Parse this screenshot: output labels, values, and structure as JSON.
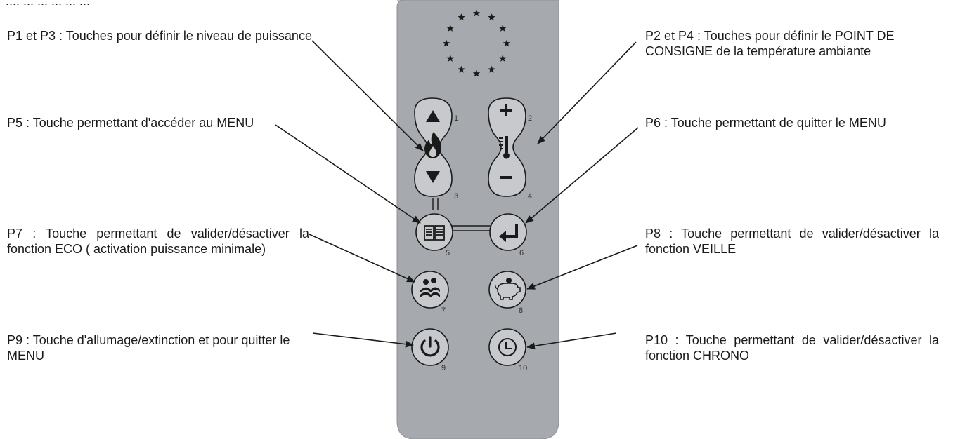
{
  "top_caption": "...: ... ... ... ... ...",
  "notes": {
    "p1_p3": "P1 et P3 : Touches pour définir le niveau de puissance",
    "p2_p4": "P2 et P4 : Touches pour définir le POINT DE CONSIGNE de  la température ambiante",
    "p5": "P5 : Touche permettant d'accéder au MENU",
    "p6": "P6 : Touche permettant de quitter le MENU",
    "p7": "P7 : Touche permettant de valider/désactiver la fonction ECO ( activation puissance minimale)",
    "p8": "P8 : Touche permettant de valider/désactiver la fonction VEILLE",
    "p9": "P9 : Touche d'allumage/extinction et pour quitter le MENU",
    "p10": "P10 : Touche permettant de valider/désactiver la fonction CHRONO"
  },
  "key_numbers": [
    "1",
    "2",
    "3",
    "4",
    "5",
    "6",
    "7",
    "8",
    "9",
    "10"
  ],
  "icons": {
    "p1": "triangle-up-icon",
    "p2": "plus-icon",
    "p3": "triangle-down-icon",
    "p4": "minus-icon",
    "p5": "book-icon",
    "p6": "enter-arrow-icon",
    "p7": "eco-icon",
    "p8": "piggy-bank-icon",
    "p9": "power-icon",
    "p10": "clock-icon",
    "flame": "flame-icon",
    "thermometer": "thermometer-icon",
    "stars": "eu-stars-icon"
  },
  "colors": {
    "panel": "#a6a9ad",
    "panel_edge": "#8e9195",
    "button_fill": "#c7c9cc",
    "ink": "#1a1a1a"
  }
}
